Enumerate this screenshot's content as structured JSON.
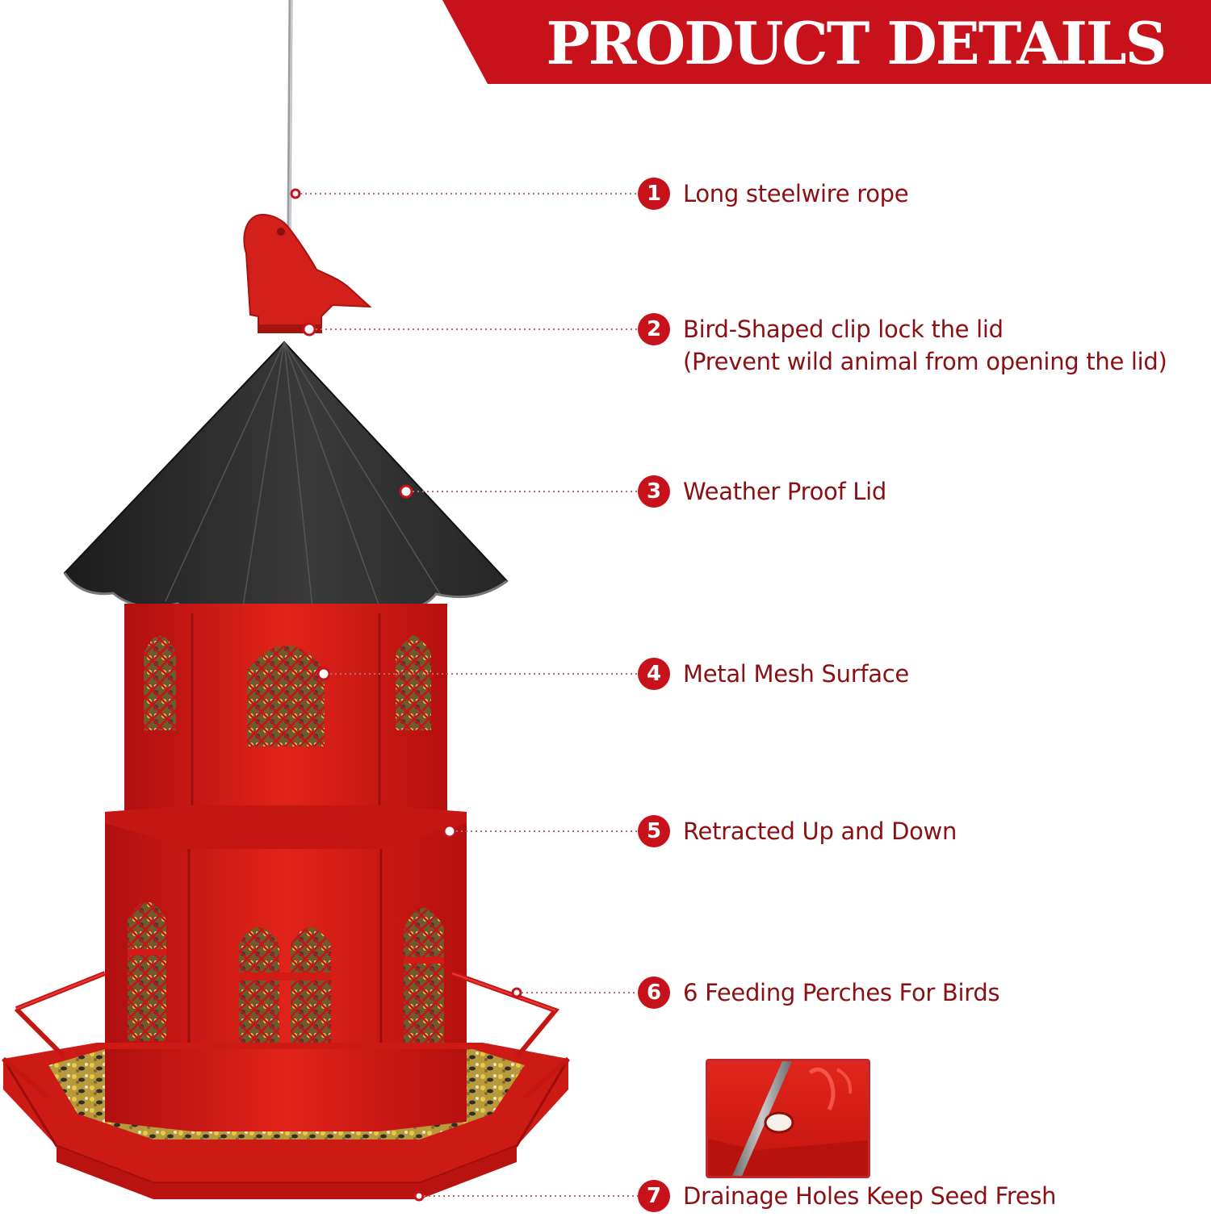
{
  "banner": {
    "title": "PRODUCT DETAILS",
    "color": "#c8121b"
  },
  "product": {
    "name_icon": "bird-feeder-image",
    "accent": "#d31a14",
    "roof_color": "#2b2b2b"
  },
  "callouts": [
    {
      "number": "1",
      "line1": "Long steelwire rope",
      "line2": ""
    },
    {
      "number": "2",
      "line1": "Bird-Shaped clip lock the lid",
      "line2": "(Prevent wild animal from opening the lid)"
    },
    {
      "number": "3",
      "line1": "Weather Proof Lid",
      "line2": ""
    },
    {
      "number": "4",
      "line1": "Metal Mesh Surface",
      "line2": ""
    },
    {
      "number": "5",
      "line1": "Retracted Up and Down",
      "line2": ""
    },
    {
      "number": "6",
      "line1": "6 Feeding Perches For Birds",
      "line2": ""
    },
    {
      "number": "7",
      "line1": "Drainage Holes Keep Seed Fresh",
      "line2": ""
    }
  ],
  "inset": {
    "icon": "drainage-hole-closeup-image"
  }
}
